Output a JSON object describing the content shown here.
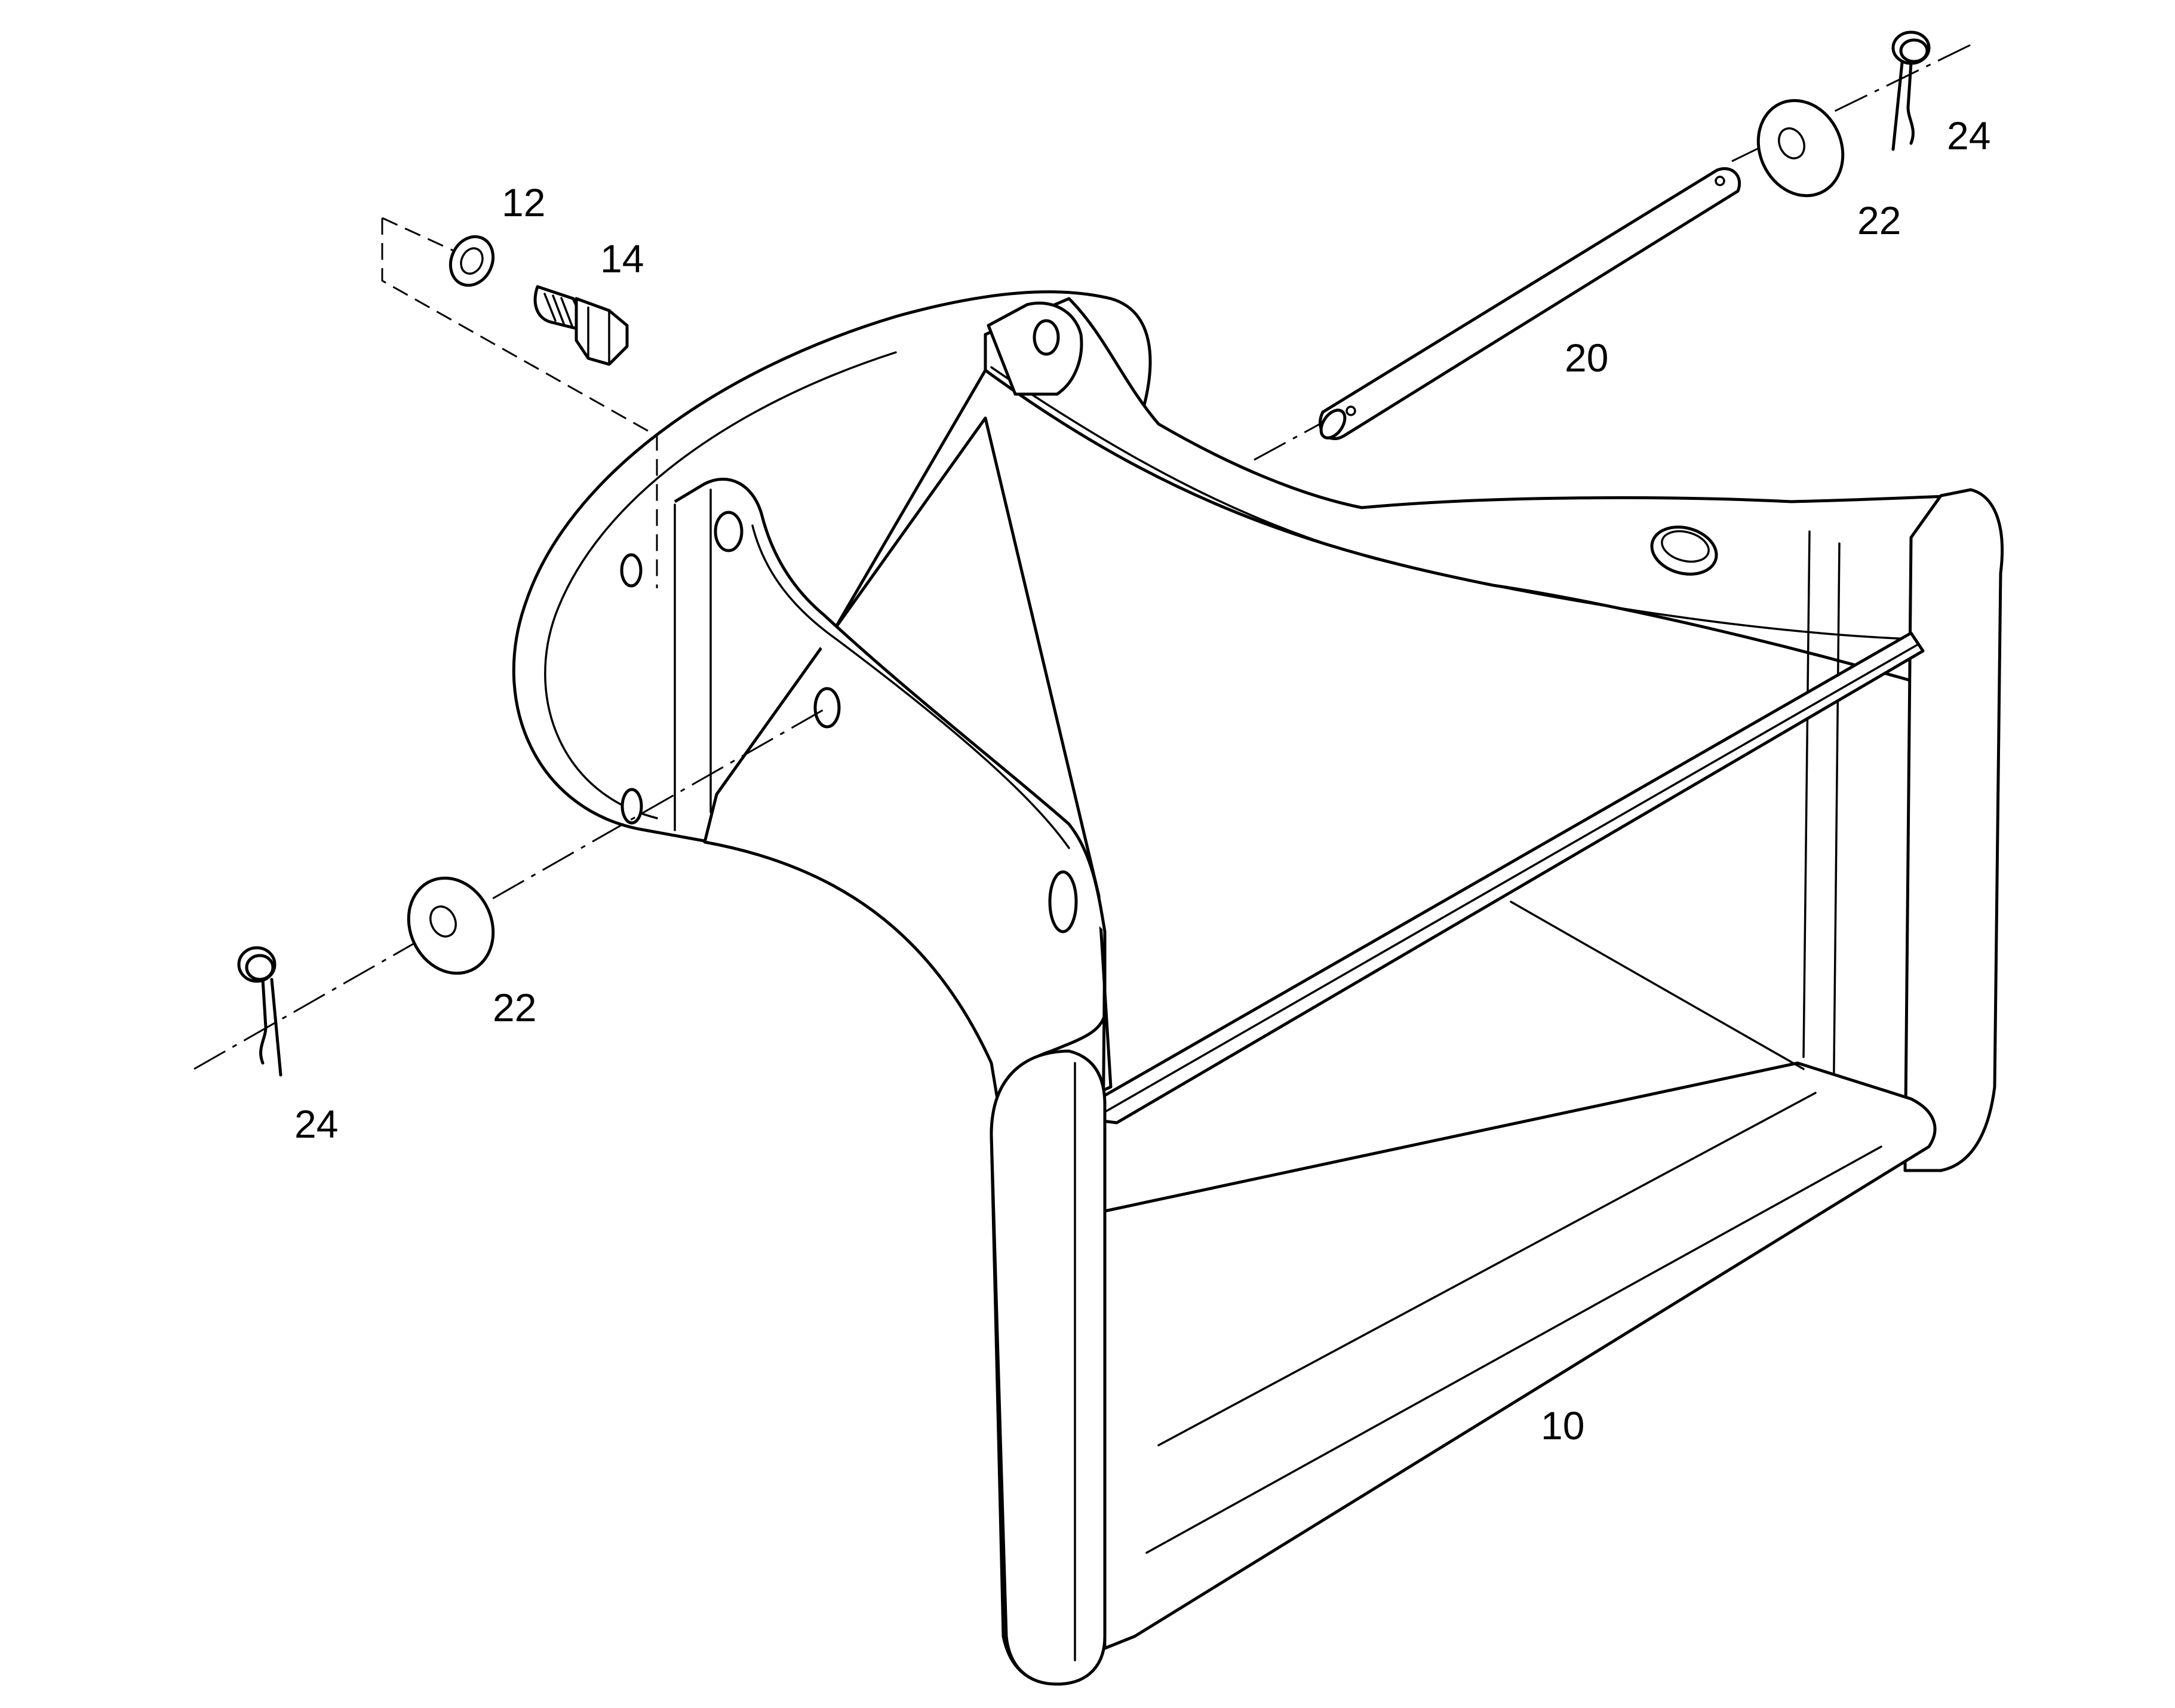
{
  "callouts": {
    "part_10": "10",
    "part_12": "12",
    "part_14": "14",
    "part_20": "20",
    "part_22_right": "22",
    "part_22_left": "22",
    "part_24_right": "24",
    "part_24_left": "24"
  },
  "colors": {
    "line": "#000000",
    "background": "#ffffff"
  }
}
